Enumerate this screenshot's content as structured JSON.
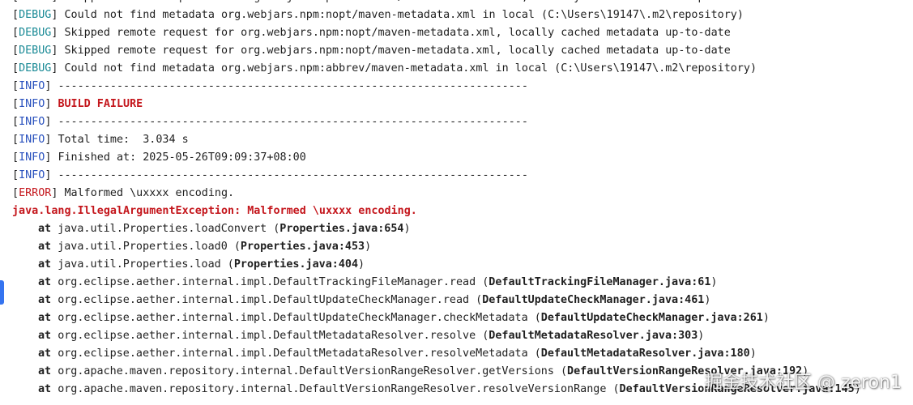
{
  "console": {
    "lines": [
      {
        "kind": "log",
        "tag": "DEBUG",
        "text": "Skipped remote request for org.webjars.npm:inherits/maven-metadata.xml, locally cached metadata up-to-date"
      },
      {
        "kind": "log",
        "tag": "DEBUG",
        "text": "Could not find metadata org.webjars.npm:nopt/maven-metadata.xml in local (C:\\Users\\19147\\.m2\\repository)"
      },
      {
        "kind": "log",
        "tag": "DEBUG",
        "text": "Skipped remote request for org.webjars.npm:nopt/maven-metadata.xml, locally cached metadata up-to-date"
      },
      {
        "kind": "log",
        "tag": "DEBUG",
        "text": "Skipped remote request for org.webjars.npm:nopt/maven-metadata.xml, locally cached metadata up-to-date"
      },
      {
        "kind": "log",
        "tag": "DEBUG",
        "text": "Could not find metadata org.webjars.npm:abbrev/maven-metadata.xml in local (C:\\Users\\19147\\.m2\\repository)"
      },
      {
        "kind": "log",
        "tag": "INFO",
        "text": "------------------------------------------------------------------------"
      },
      {
        "kind": "log",
        "tag": "INFO",
        "text": "BUILD FAILURE",
        "style": "failure"
      },
      {
        "kind": "log",
        "tag": "INFO",
        "text": "------------------------------------------------------------------------"
      },
      {
        "kind": "log",
        "tag": "INFO",
        "text": "Total time:  3.034 s"
      },
      {
        "kind": "log",
        "tag": "INFO",
        "text": "Finished at: 2025-05-26T09:09:37+08:00"
      },
      {
        "kind": "log",
        "tag": "INFO",
        "text": "------------------------------------------------------------------------"
      },
      {
        "kind": "log",
        "tag": "ERROR",
        "text": "Malformed \\uxxxx encoding."
      },
      {
        "kind": "exception",
        "text": "java.lang.IllegalArgumentException: Malformed \\uxxxx encoding."
      },
      {
        "kind": "frame",
        "method": "java.util.Properties.loadConvert",
        "location": "Properties.java:654"
      },
      {
        "kind": "frame",
        "method": "java.util.Properties.load0",
        "location": "Properties.java:453"
      },
      {
        "kind": "frame",
        "method": "java.util.Properties.load",
        "location": "Properties.java:404"
      },
      {
        "kind": "frame",
        "method": "org.eclipse.aether.internal.impl.DefaultTrackingFileManager.read",
        "location": "DefaultTrackingFileManager.java:61"
      },
      {
        "kind": "frame",
        "method": "org.eclipse.aether.internal.impl.DefaultUpdateCheckManager.read",
        "location": "DefaultUpdateCheckManager.java:461"
      },
      {
        "kind": "frame",
        "method": "org.eclipse.aether.internal.impl.DefaultUpdateCheckManager.checkMetadata",
        "location": "DefaultUpdateCheckManager.java:261"
      },
      {
        "kind": "frame",
        "method": "org.eclipse.aether.internal.impl.DefaultMetadataResolver.resolve",
        "location": "DefaultMetadataResolver.java:303"
      },
      {
        "kind": "frame",
        "method": "org.eclipse.aether.internal.impl.DefaultMetadataResolver.resolveMetadata",
        "location": "DefaultMetadataResolver.java:180"
      },
      {
        "kind": "frame",
        "method": "org.apache.maven.repository.internal.DefaultVersionRangeResolver.getVersions",
        "location": "DefaultVersionRangeResolver.java:192"
      },
      {
        "kind": "frame",
        "method": "org.apache.maven.repository.internal.DefaultVersionRangeResolver.resolveVersionRange",
        "location": "DefaultVersionRangeResolver.java:145"
      }
    ],
    "at_keyword": "at",
    "colors": {
      "debug": "#1a8a96",
      "info": "#2a52be",
      "error": "#c4161c",
      "text": "#1f1f1f",
      "gutter_marker": "#3574f0"
    }
  },
  "watermark": {
    "text": "掘金技术社区 @ zeron1"
  }
}
